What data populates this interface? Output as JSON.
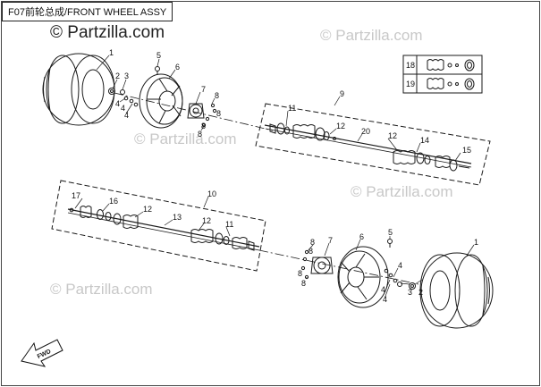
{
  "diagram": {
    "title": "F07前轮总成/FRONT WHEEL ASSY",
    "watermark": "© Partzilla.com",
    "fwd_label": "FWD",
    "callouts": {
      "n1": "1",
      "n2": "2",
      "n3": "3",
      "n4": "4",
      "n5": "5",
      "n6": "6",
      "n7": "7",
      "n8": "8",
      "n9": "9",
      "n10": "10",
      "n11": "11",
      "n12": "12",
      "n13": "13",
      "n14": "14",
      "n15": "15",
      "n16": "16",
      "n17": "17",
      "n18": "18",
      "n19": "19",
      "n20": "20"
    }
  }
}
